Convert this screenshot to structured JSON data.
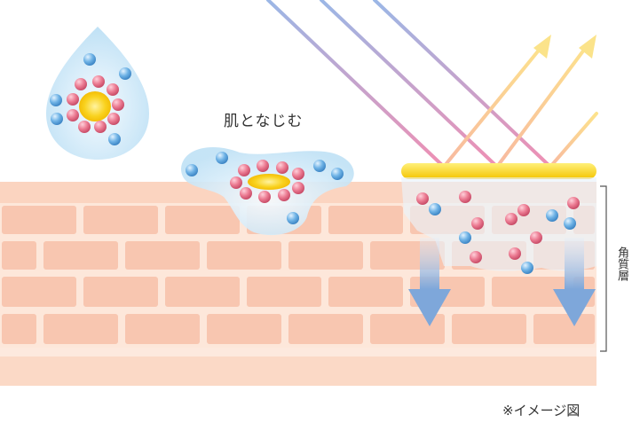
{
  "labels": {
    "blend": "肌となじむ",
    "layer": "角質層",
    "note": "※イメージ図"
  },
  "colors": {
    "skin_band": "#fbd9c6",
    "brick": "#f8c4ad",
    "mortar": "#fde7da",
    "droplet": "#d4ecf8",
    "red_particle": "#e86b86",
    "blue_particle": "#5ea8e0",
    "core": "#f7c800",
    "arrow_down": "#8fb3df",
    "ray_in": "#d99cc9",
    "ray_out": "#f5d48c"
  }
}
